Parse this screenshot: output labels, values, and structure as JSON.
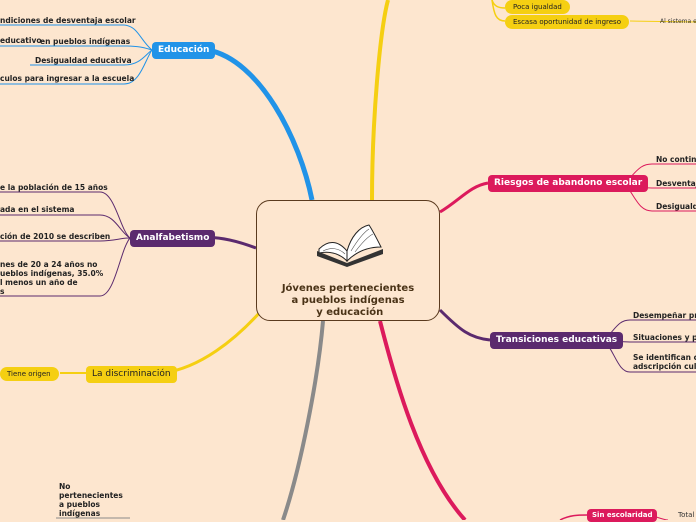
{
  "center": {
    "title": "Jóvenes pertenecientes\na pueblos indígenas\n y educación",
    "icon": "open-book-icon"
  },
  "educacion": {
    "label": "Educación",
    "children": [
      "ndiciones de desventaja escolar",
      "educativo",
      "en pueblos indígenas",
      "Desigualdad educativa",
      "culos para ingresar a la escuela"
    ]
  },
  "analfabetismo": {
    "label": "Analfabetismo",
    "children": [
      "e la población de 15 años",
      "ada en el sistema",
      "ción de 2010 se describen",
      "nes de 20 a 24 años no\nueblos indígenas, 35.0%\nl menos un año de\ns"
    ]
  },
  "discriminacion": {
    "label": "La discriminación",
    "child": "Tiene origen"
  },
  "top_right": {
    "poca_igualdad": "Poca igualdad",
    "escasa": "Escasa oportunidad de ingreso",
    "al_sistema": "Al sistema e"
  },
  "riesgos": {
    "label": "Riesgos de abandono escolar",
    "children": [
      "No continu",
      "Desventaj",
      "Desigualda"
    ]
  },
  "transiciones": {
    "label": "Transiciones educativas",
    "children": [
      "Desempeñar pro",
      "Situaciones y pr",
      "Se identifican co\nadscripción cultu"
    ]
  },
  "bottom": {
    "no_pertenecientes": "No\npertenecientes\na pueblos\nindígenas",
    "sin_escolaridad": "Sin escolaridad",
    "total": "Total"
  },
  "colors": {
    "background": "#fde6cf",
    "blue": "#2193e8",
    "purple": "#5b2a6e",
    "pink": "#dc1a5c",
    "yellow": "#f5cf12",
    "gray": "#8a8a8a"
  }
}
